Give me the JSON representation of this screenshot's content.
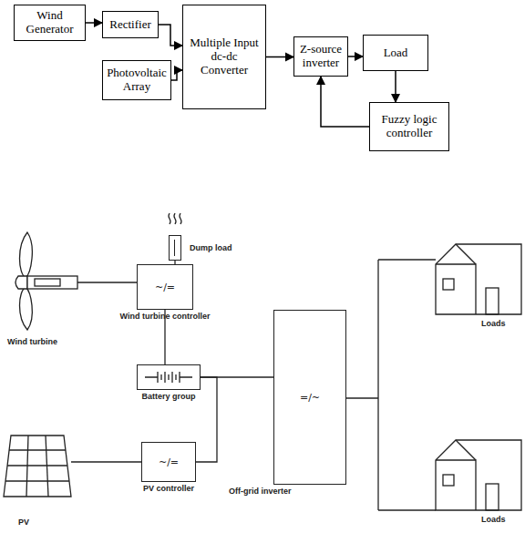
{
  "diagram": {
    "nodes": [
      {
        "text": [
          "Wind Generator"
        ]
      },
      {
        "text": [
          "Rectifier"
        ]
      },
      {
        "text": [
          "Photovoltaic Array"
        ]
      },
      {
        "text": [
          "Multiple Input dc-dc Converter"
        ]
      },
      {
        "text": [
          "Z-source inverter"
        ]
      },
      {
        "text": [
          "Load"
        ]
      },
      {
        "text": [
          "Fuzzy logic controller"
        ]
      },
      {
        "text": [
          "Dump load"
        ]
      },
      {
        "text": [
          "~/=",
          "Wind turbine controller"
        ]
      },
      {
        "text": [
          "Battery group"
        ]
      },
      {
        "text": [
          "=/~",
          "Off-grid inverter"
        ]
      },
      {
        "text": [
          "~/=",
          "PV controller"
        ]
      }
    ],
    "edges": [
      {
        "from": 0,
        "to": 1,
        "arrow": "to"
      },
      {
        "from": 1,
        "to": 3,
        "arrow": "to"
      },
      {
        "from": 2,
        "to": 3,
        "arrow": "to"
      },
      {
        "from": 3,
        "to": 4,
        "arrow": "to"
      },
      {
        "from": 4,
        "to": 5,
        "arrow": "to"
      },
      {
        "from": 5,
        "to": 6,
        "arrow": "to"
      },
      {
        "from": 6,
        "to": 4,
        "arrow": "to"
      },
      {
        "from": 7,
        "to": 8,
        "arrow": "none"
      },
      {
        "from": 8,
        "to": 9,
        "arrow": "none"
      },
      {
        "from": 11,
        "to": 9,
        "arrow": "none"
      },
      {
        "from": 9,
        "to": 10,
        "arrow": "none"
      }
    ],
    "labels": [
      "Wind turbine",
      "PV",
      "Loads",
      "Loads"
    ]
  }
}
